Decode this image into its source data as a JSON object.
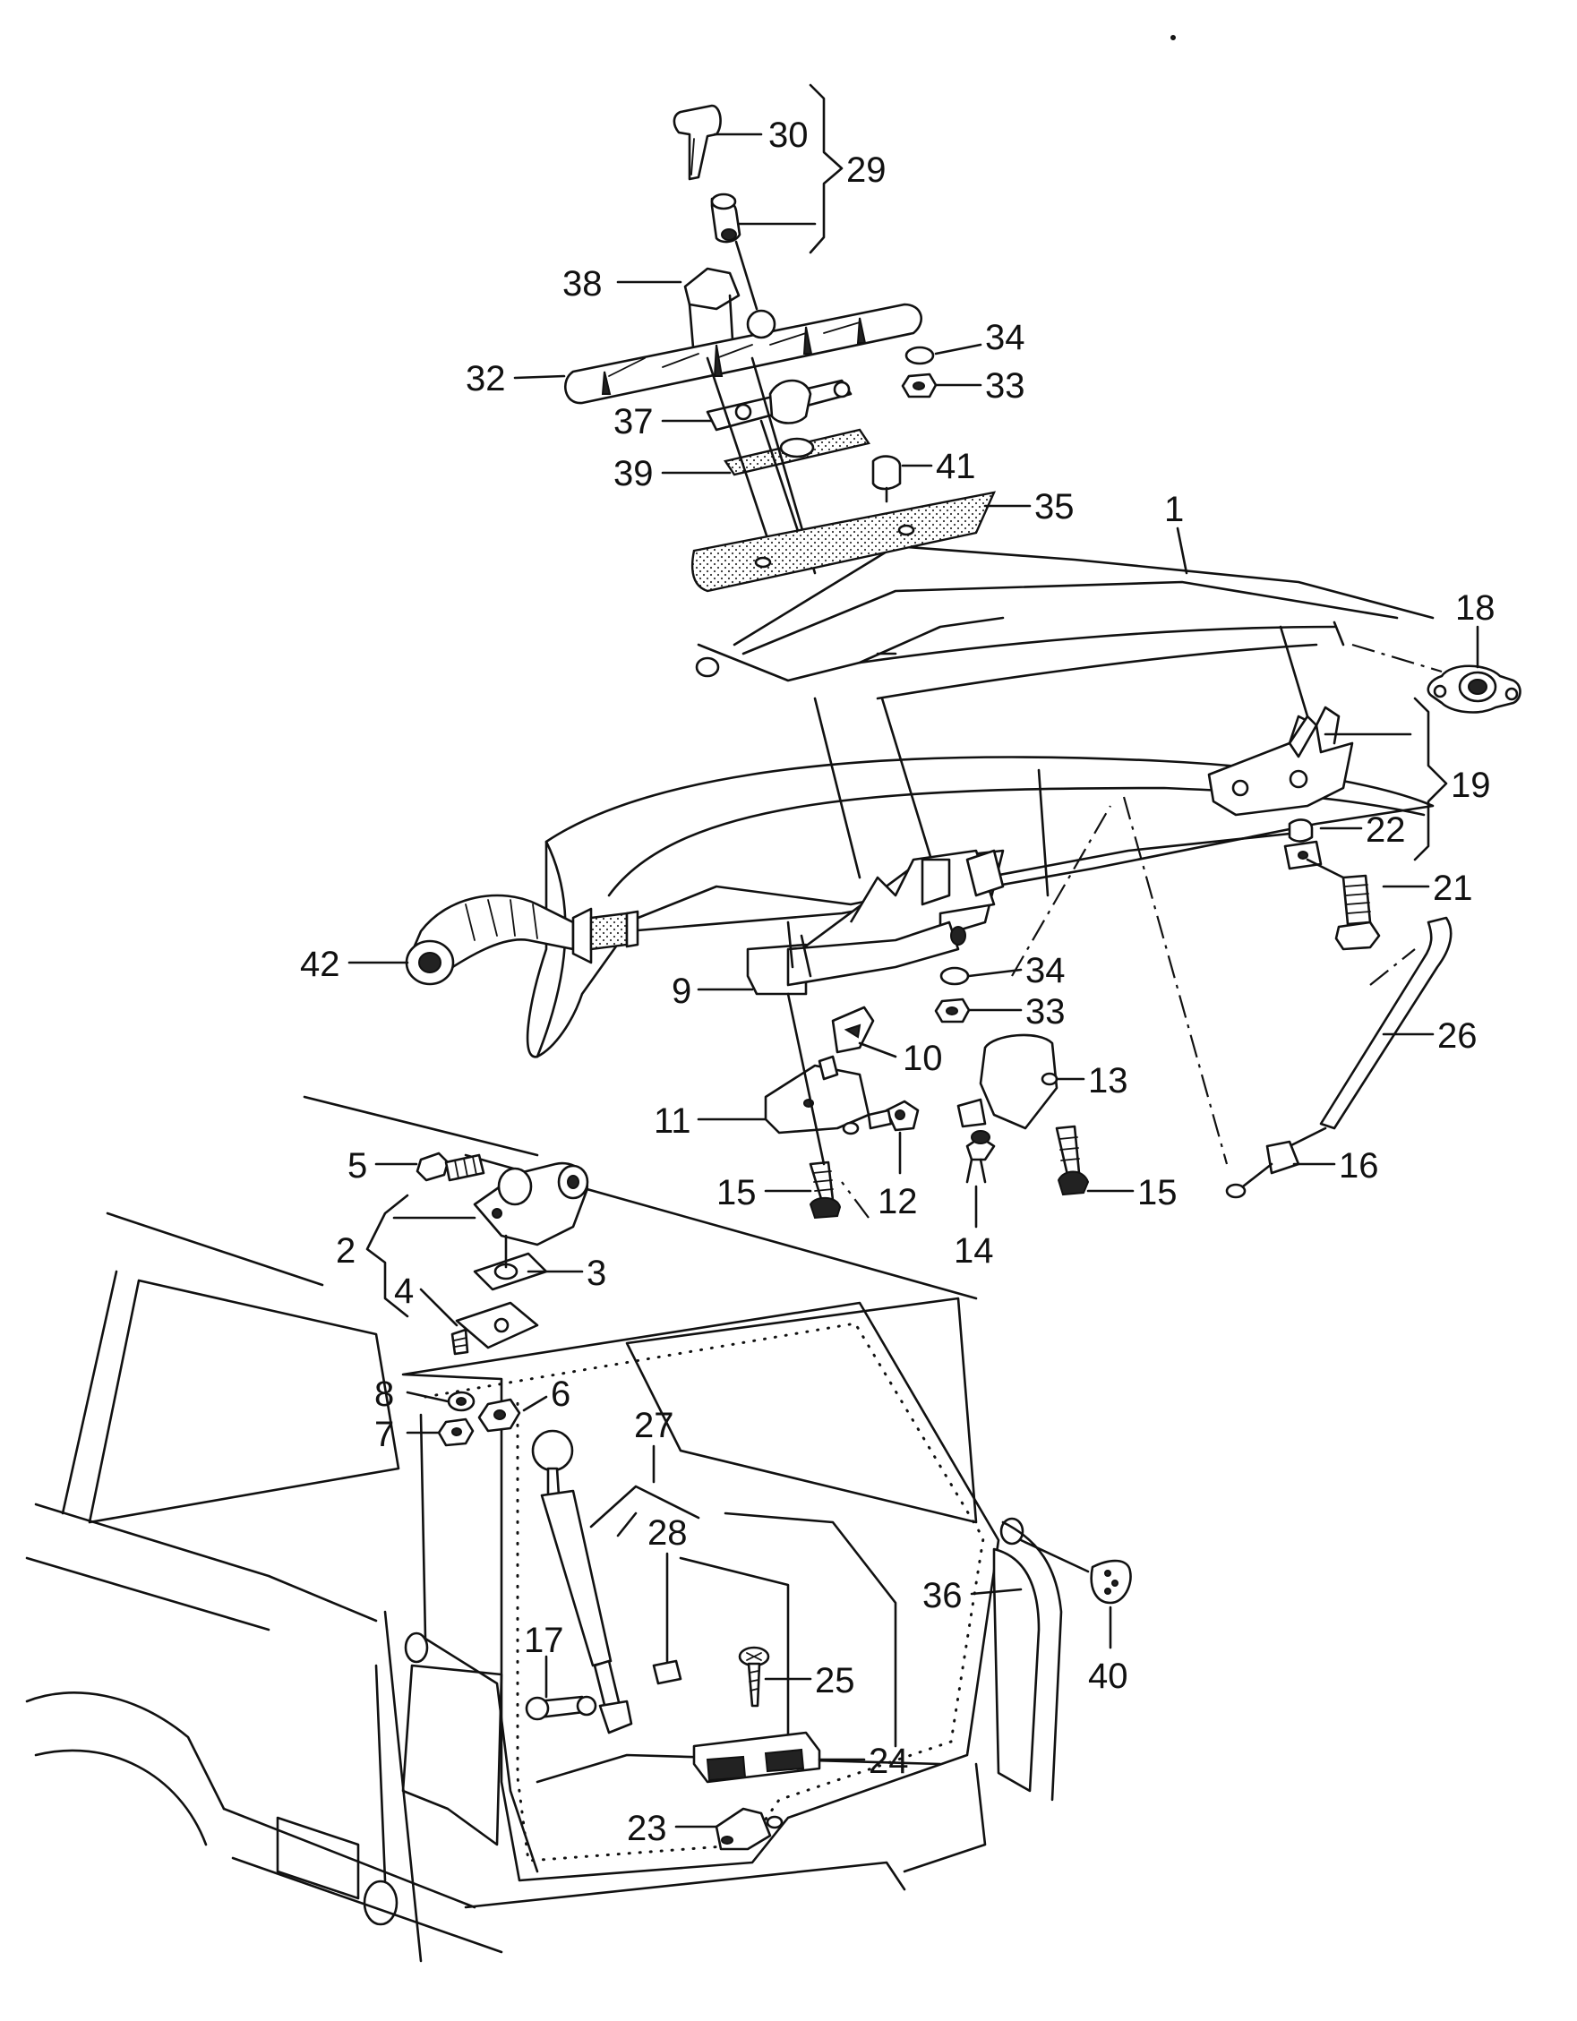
{
  "callouts": [
    {
      "id": "c30",
      "text": "30"
    },
    {
      "id": "c29",
      "text": "29"
    },
    {
      "id": "c38",
      "text": "38"
    },
    {
      "id": "c34a",
      "text": "34"
    },
    {
      "id": "c32",
      "text": "32"
    },
    {
      "id": "c33a",
      "text": "33"
    },
    {
      "id": "c37",
      "text": "37"
    },
    {
      "id": "c39",
      "text": "39"
    },
    {
      "id": "c41",
      "text": "41"
    },
    {
      "id": "c35",
      "text": "35"
    },
    {
      "id": "c1",
      "text": "1"
    },
    {
      "id": "c18",
      "text": "18"
    },
    {
      "id": "c19",
      "text": "19"
    },
    {
      "id": "c22",
      "text": "22"
    },
    {
      "id": "c21",
      "text": "21"
    },
    {
      "id": "c42",
      "text": "42"
    },
    {
      "id": "c9",
      "text": "9"
    },
    {
      "id": "c34b",
      "text": "34"
    },
    {
      "id": "c33b",
      "text": "33"
    },
    {
      "id": "c26",
      "text": "26"
    },
    {
      "id": "c10",
      "text": "10"
    },
    {
      "id": "c13",
      "text": "13"
    },
    {
      "id": "c11",
      "text": "11"
    },
    {
      "id": "c16",
      "text": "16"
    },
    {
      "id": "c15a",
      "text": "15"
    },
    {
      "id": "c12",
      "text": "12"
    },
    {
      "id": "c15b",
      "text": "15"
    },
    {
      "id": "c14",
      "text": "14"
    },
    {
      "id": "c5",
      "text": "5"
    },
    {
      "id": "c2",
      "text": "2"
    },
    {
      "id": "c3",
      "text": "3"
    },
    {
      "id": "c4",
      "text": "4"
    },
    {
      "id": "c8",
      "text": "8"
    },
    {
      "id": "c6",
      "text": "6"
    },
    {
      "id": "c7",
      "text": "7"
    },
    {
      "id": "c27",
      "text": "27"
    },
    {
      "id": "c28",
      "text": "28"
    },
    {
      "id": "c36",
      "text": "36"
    },
    {
      "id": "c40",
      "text": "40"
    },
    {
      "id": "c17",
      "text": "17"
    },
    {
      "id": "c25",
      "text": "25"
    },
    {
      "id": "c24",
      "text": "24"
    },
    {
      "id": "c23",
      "text": "23"
    }
  ]
}
